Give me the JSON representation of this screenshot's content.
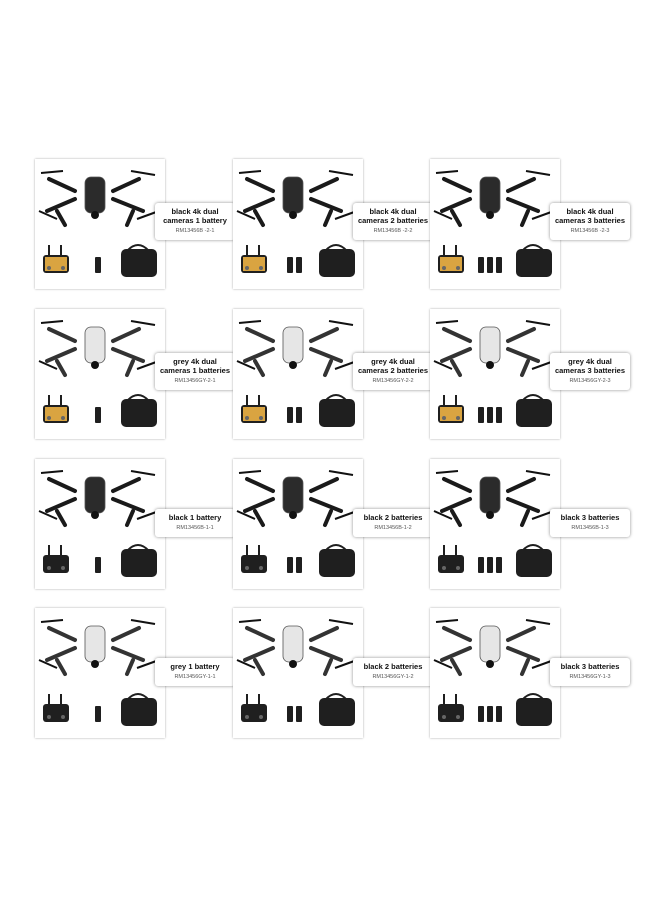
{
  "colors": {
    "black_drone": "#2b2b2b",
    "grey_drone": "#e6e6e6",
    "accessory": "#1f1f1f",
    "screen": "#d9a441"
  },
  "products": [
    {
      "name": "black 4k dual cameras 1 battery",
      "sku": "RM13456B -2-1",
      "variant": "black",
      "batteries": 1,
      "phone": true
    },
    {
      "name": "black 4k dual cameras 2 batteries",
      "sku": "RM13456B -2-2",
      "variant": "black",
      "batteries": 2,
      "phone": true
    },
    {
      "name": "black 4k dual cameras 3 batteries",
      "sku": "RM13456B -2-3",
      "variant": "black",
      "batteries": 3,
      "phone": true
    },
    {
      "name": "grey 4k dual cameras 1 batteries",
      "sku": "RM13456GY-2-1",
      "variant": "grey",
      "batteries": 1,
      "phone": true
    },
    {
      "name": "grey 4k dual cameras 2 batteries",
      "sku": "RM13456GY-2-2",
      "variant": "grey",
      "batteries": 2,
      "phone": true
    },
    {
      "name": "grey 4k dual cameras 3 batteries",
      "sku": "RM13456GY-2-3",
      "variant": "grey",
      "batteries": 3,
      "phone": true
    },
    {
      "name": "black 1 battery",
      "sku": "RM13456B-1-1",
      "variant": "black",
      "batteries": 1,
      "phone": false
    },
    {
      "name": "black 2 batteries",
      "sku": "RM13456B-1-2",
      "variant": "black",
      "batteries": 2,
      "phone": false
    },
    {
      "name": "black 3 batteries",
      "sku": "RM13456B-1-3",
      "variant": "black",
      "batteries": 3,
      "phone": false
    },
    {
      "name": "grey 1 battery",
      "sku": "RM13456GY-1-1",
      "variant": "grey",
      "batteries": 1,
      "phone": false
    },
    {
      "name": "black 2 batteries",
      "sku": "RM13456GY-1-2",
      "variant": "grey",
      "batteries": 2,
      "phone": false
    },
    {
      "name": "black 3 batteries",
      "sku": "RM13456GY-1-3",
      "variant": "grey",
      "batteries": 3,
      "phone": false
    }
  ]
}
